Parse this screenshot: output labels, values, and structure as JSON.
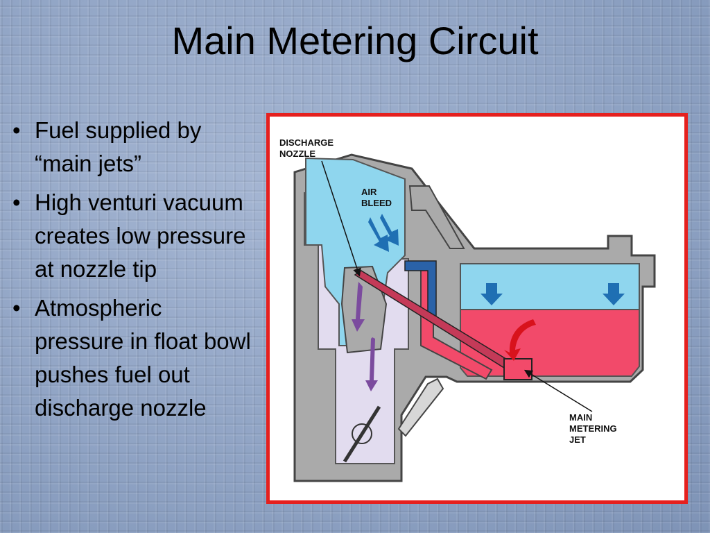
{
  "slide": {
    "title": "Main Metering Circuit",
    "bullets": [
      "Fuel supplied by “main jets”",
      "High venturi vacuum creates low pressure at nozzle tip",
      "Atmospheric pressure in float bowl pushes fuel out discharge nozzle"
    ]
  },
  "diagram": {
    "labels": {
      "discharge_nozzle": [
        "DISCHARGE",
        "NOZZLE"
      ],
      "air_bleed": [
        "AIR",
        "BLEED"
      ],
      "main_metering_jet": [
        "MAIN",
        "METERING",
        "JET"
      ]
    },
    "colors": {
      "frame": "#e5201e",
      "air": "#8fd6ee",
      "fuel": "#f24a6a",
      "body": "#aaaaaa",
      "throat": "#e2dcef",
      "arrow": "#1f6fb3"
    }
  }
}
